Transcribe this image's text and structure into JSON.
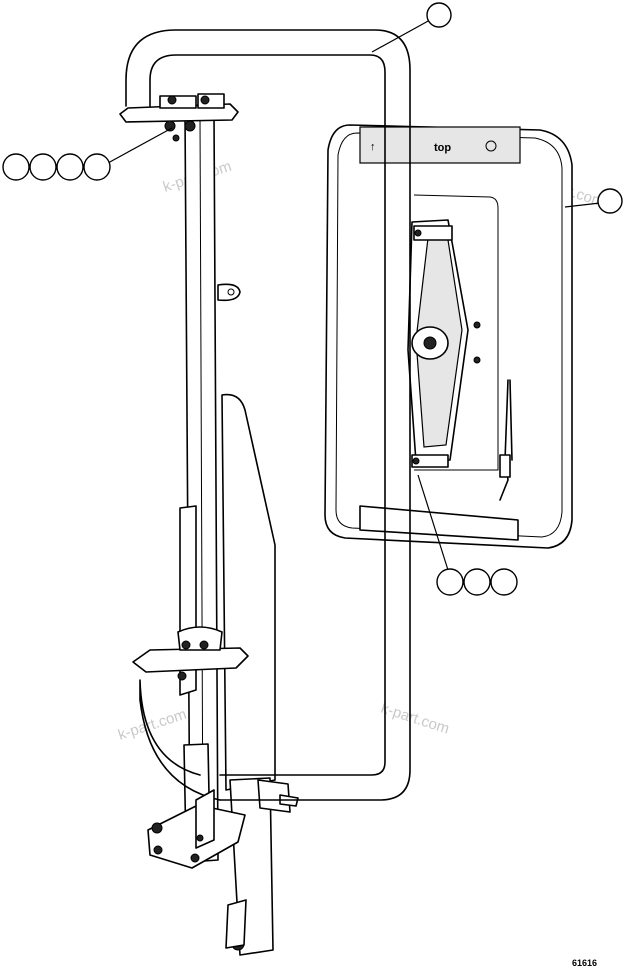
{
  "drawing": {
    "mirror_label_top": "top",
    "mirror_label_arrow": "↑",
    "watermark": "k-part.com",
    "drawing_number": "61616"
  },
  "callouts": {
    "group_a_count": 1,
    "group_b_count": 4,
    "group_c_count": 1,
    "group_d_count": 3
  }
}
